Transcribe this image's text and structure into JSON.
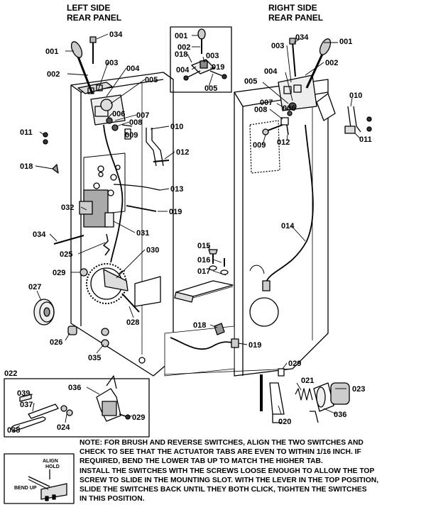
{
  "headers": {
    "left_side": "LEFT SIDE",
    "left_panel": "REAR PANEL",
    "right_side": "RIGHT SIDE",
    "right_panel": "REAR PANEL"
  },
  "inset_labels": {
    "align": "ALIGN",
    "hold": "HOLD",
    "bend_up": "BEND UP"
  },
  "note": {
    "line1": "NOTE:  FOR BRUSH AND REVERSE SWITCHES, ALIGN THE TWO SWITCHES AND",
    "line2": "CHECK TO SEE THAT THE ACTUATOR TABS ARE EVEN TO WITHIN 1/16 INCH.  IF",
    "line3": "REQUIRED, BEND THE LOWER TAB UP TO MATCH THE HIGHER TAB.",
    "line4": "INSTALL THE SWITCHES WITH THE SCREWS LOOSE ENOUGH TO ALLOW THE TOP",
    "line5": "SCREW TO SLIDE IN THE MOUNTING SLOT.  WITH THE LEVER IN THE TOP POSITION,",
    "line6": "SLIDE THE SWITCHES BACK UNTIL THEY BOTH CLICK, TIGHTEN THE SWITCHES",
    "line7": "IN THIS POSITION."
  },
  "callouts": {
    "left": [
      "034",
      "001",
      "003",
      "002",
      "004",
      "005",
      "006",
      "007",
      "008",
      "009",
      "011",
      "010",
      "012",
      "018",
      "013",
      "032",
      "019",
      "034",
      "031",
      "025",
      "030",
      "029",
      "027",
      "028",
      "026",
      "035"
    ],
    "top_inset": [
      "001",
      "002",
      "018",
      "003",
      "004",
      "019",
      "005"
    ],
    "right": [
      "034",
      "001",
      "003",
      "002",
      "004",
      "010",
      "005",
      "007",
      "006",
      "008",
      "011",
      "009",
      "012",
      "014",
      "015",
      "016",
      "017",
      "018",
      "019"
    ],
    "bottom_left_box": [
      "022",
      "039",
      "037",
      "036",
      "038",
      "024",
      "029"
    ],
    "bottom_right": [
      "029",
      "021",
      "023",
      "020",
      "036"
    ]
  }
}
